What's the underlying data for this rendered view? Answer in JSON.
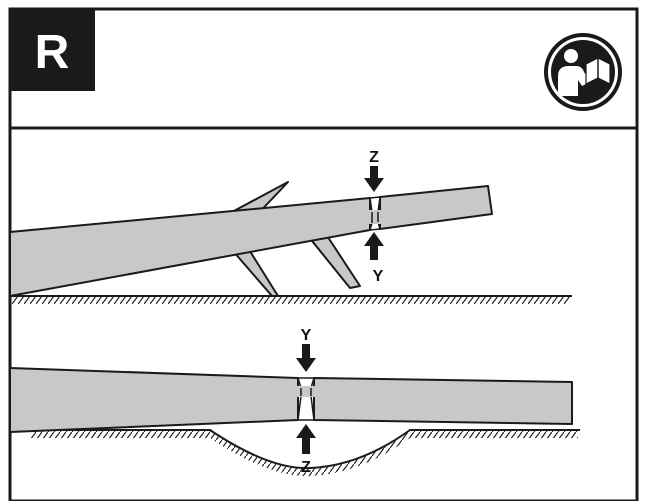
{
  "header": {
    "badge_letter": "R",
    "manual_icon": "read-manual-icon"
  },
  "top_diagram": {
    "upper_label": "Z",
    "lower_label": "Y"
  },
  "bottom_diagram": {
    "upper_label": "Y",
    "lower_label": "Z"
  },
  "colors": {
    "frame": "#1a1a1a",
    "log_fill": "#c8c8c8",
    "badge_bg": "#1a1a1a",
    "badge_text": "#ffffff"
  }
}
